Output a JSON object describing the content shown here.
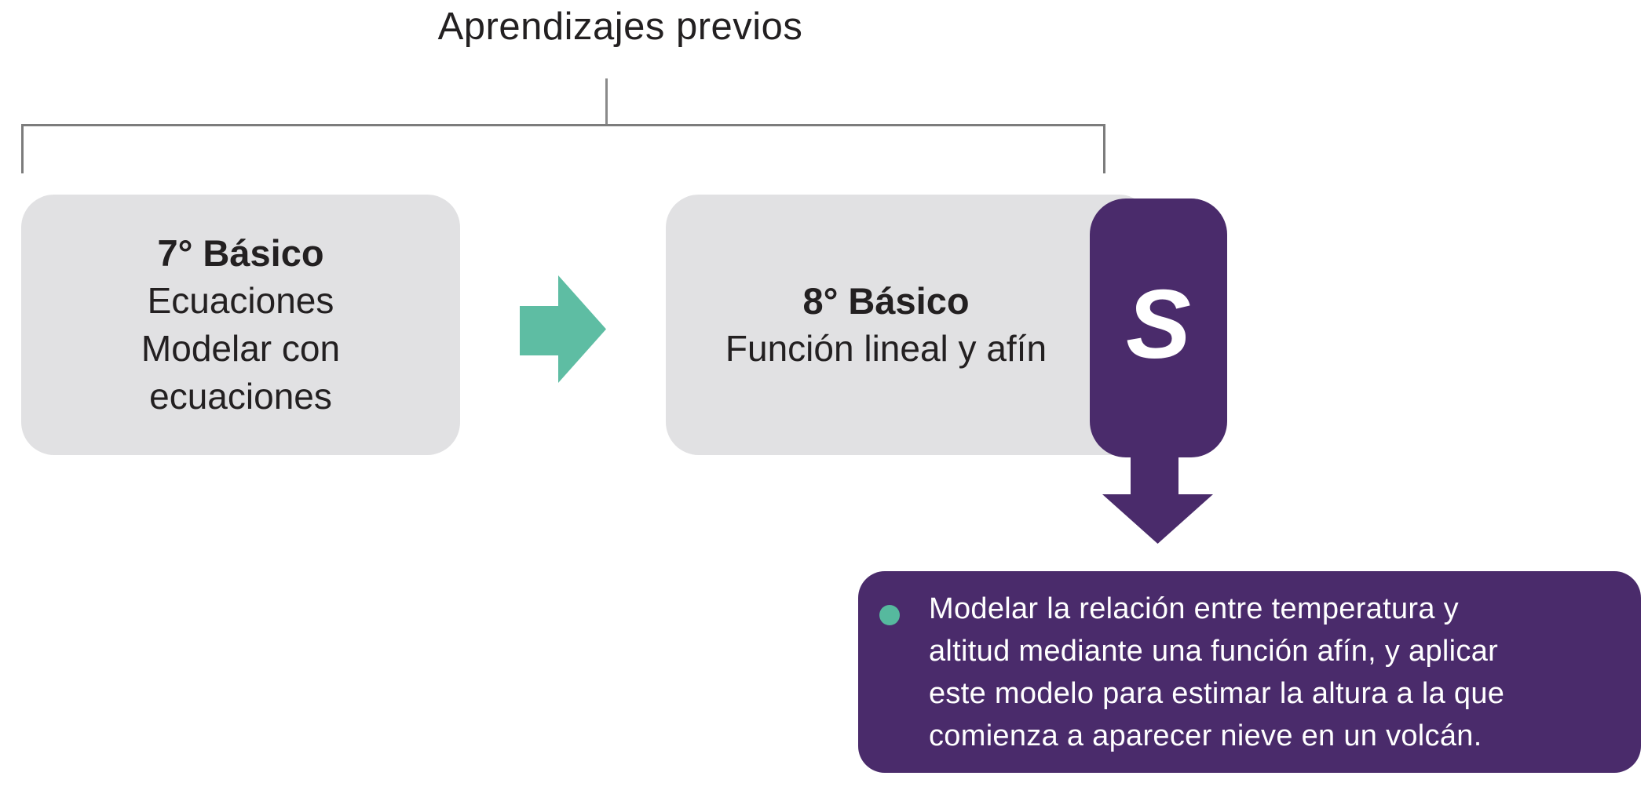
{
  "title": "Aprendizajes previos",
  "colors": {
    "teal_arrow": "#5ebda3",
    "teal_bullet": "#56b99e",
    "purple": "#4a2b6b",
    "box_grey": "#e1e1e3",
    "line_grey": "#7c7c7c",
    "text_dark": "#232021",
    "text_white": "#ffffff"
  },
  "boxes": {
    "grade7": {
      "heading": "7° Básico",
      "lines": [
        "Ecuaciones",
        "Modelar con",
        "ecuaciones"
      ]
    },
    "grade8": {
      "heading": "8° Básico",
      "lines": [
        "Función lineal y afín"
      ]
    }
  },
  "badge": {
    "letter": "S"
  },
  "objective": {
    "lines": [
      "Modelar la relación entre temperatura y",
      "altitud mediante una función afín, y aplicar",
      "este modelo para estimar la altura a la que",
      "comienza a aparecer nieve en un volcán."
    ]
  },
  "icons": {
    "right_arrow_icon": "block right arrow",
    "down_arrow_icon": "block down arrow",
    "bullet_dot_icon": "teal dot"
  }
}
